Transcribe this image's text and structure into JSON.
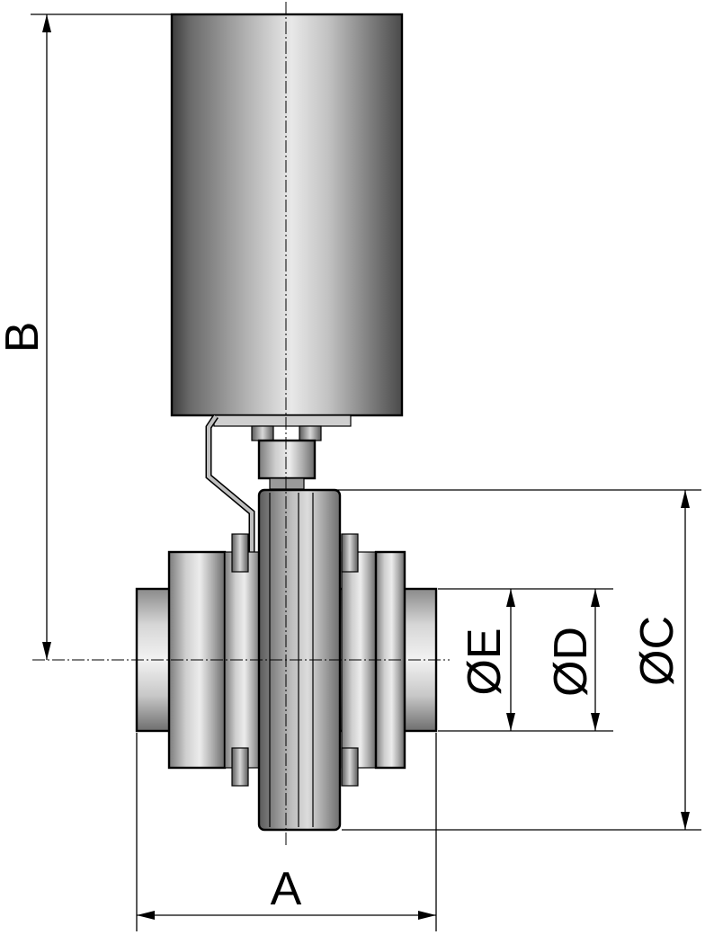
{
  "dimensions": {
    "a": "A",
    "b": "B",
    "c": "ØC",
    "d": "ØD",
    "e": "ØE"
  }
}
